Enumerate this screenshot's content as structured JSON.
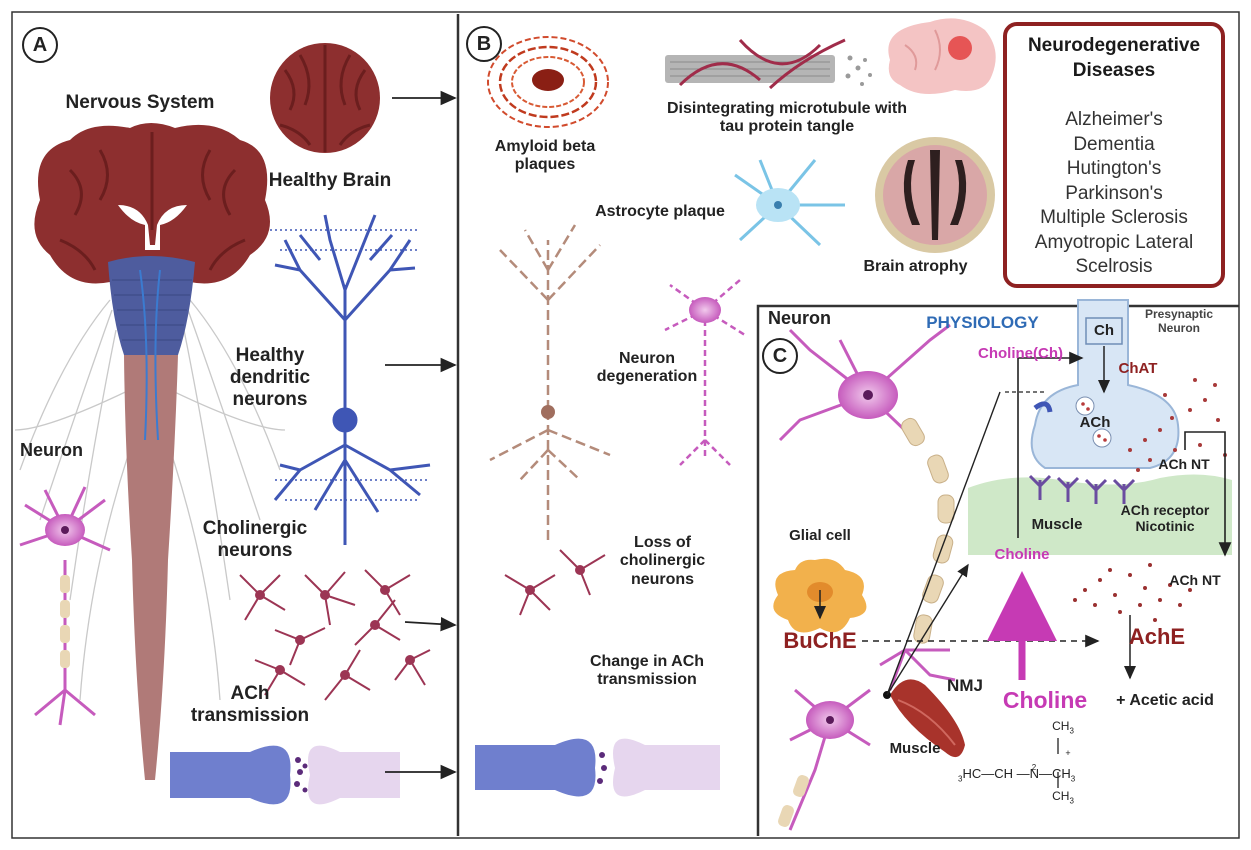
{
  "panels": {
    "a_badge": "A",
    "b_badge": "B",
    "c_badge": "C"
  },
  "panel_a": {
    "nervous_system": "Nervous System",
    "healthy_brain": "Healthy Brain",
    "healthy_dendritic": "Healthy\ndendritic\nneurons",
    "neuron": "Neuron",
    "cholinergic": "Cholinergic\nneurons",
    "ach_transmission": "ACh\ntransmission"
  },
  "panel_b": {
    "amyloid": "Amyloid beta\nplaques",
    "microtubule": "Disintegrating microtubule with\ntau protein tangle",
    "astrocyte": "Astrocyte plaque",
    "brain_atrophy": "Brain atrophy",
    "neuron_degeneration": "Neuron\ndegeneration",
    "loss_cholinergic": "Loss of\ncholinergic\nneurons",
    "change_ach": "Change in ACh\ntransmission"
  },
  "disease_box": {
    "title": "Neurodegenerative\nDiseases",
    "items": [
      "Alzheimer's",
      "Dementia",
      "Hutington's",
      "Parkinson's",
      "Multiple Sclerosis",
      "Amyotropic Lateral",
      "Scelrosis"
    ]
  },
  "panel_c": {
    "neuron": "Neuron",
    "physiology": "PHYSIOLOGY",
    "presynaptic": "Presynaptic\nNeuron",
    "ch": "Ch",
    "choline_ch": "Choline(Ch)",
    "chat": "ChAT",
    "ach": "ACh",
    "ach_nt_top": "ACh NT",
    "muscle_receptor": "Muscle",
    "ach_receptor": "ACh receptor\nNicotinic",
    "choline_mid": "Choline",
    "ach_nt_bottom": "ACh NT",
    "glial": "Glial cell",
    "buche": "BuChE",
    "ache": "AchE",
    "nmj": "NMJ",
    "choline_big": "Choline",
    "plus_acetic": "+ Acetic acid",
    "muscle": "Muscle",
    "formula_ch3_top": "CH",
    "formula_ch3_bottom": "CH",
    "formula_main": "HC—CH —N—CH",
    "formula_sub3": "3",
    "formula_sub2": "2",
    "formula_plus": "+"
  },
  "colors": {
    "brain": "#8d2f2f",
    "brainstem": "#4e5c9e",
    "spinal": "#b07a78",
    "dendritic": "#3f56b5",
    "pink_neuron": "#c65bbd",
    "cholinergic": "#9c3554",
    "choline_magenta": "#c63ab4",
    "dark_red": "#8e2121",
    "physiology_blue": "#2f6bb5",
    "glial": "#f2b14c",
    "muscle_green": "#cfe8c8"
  }
}
